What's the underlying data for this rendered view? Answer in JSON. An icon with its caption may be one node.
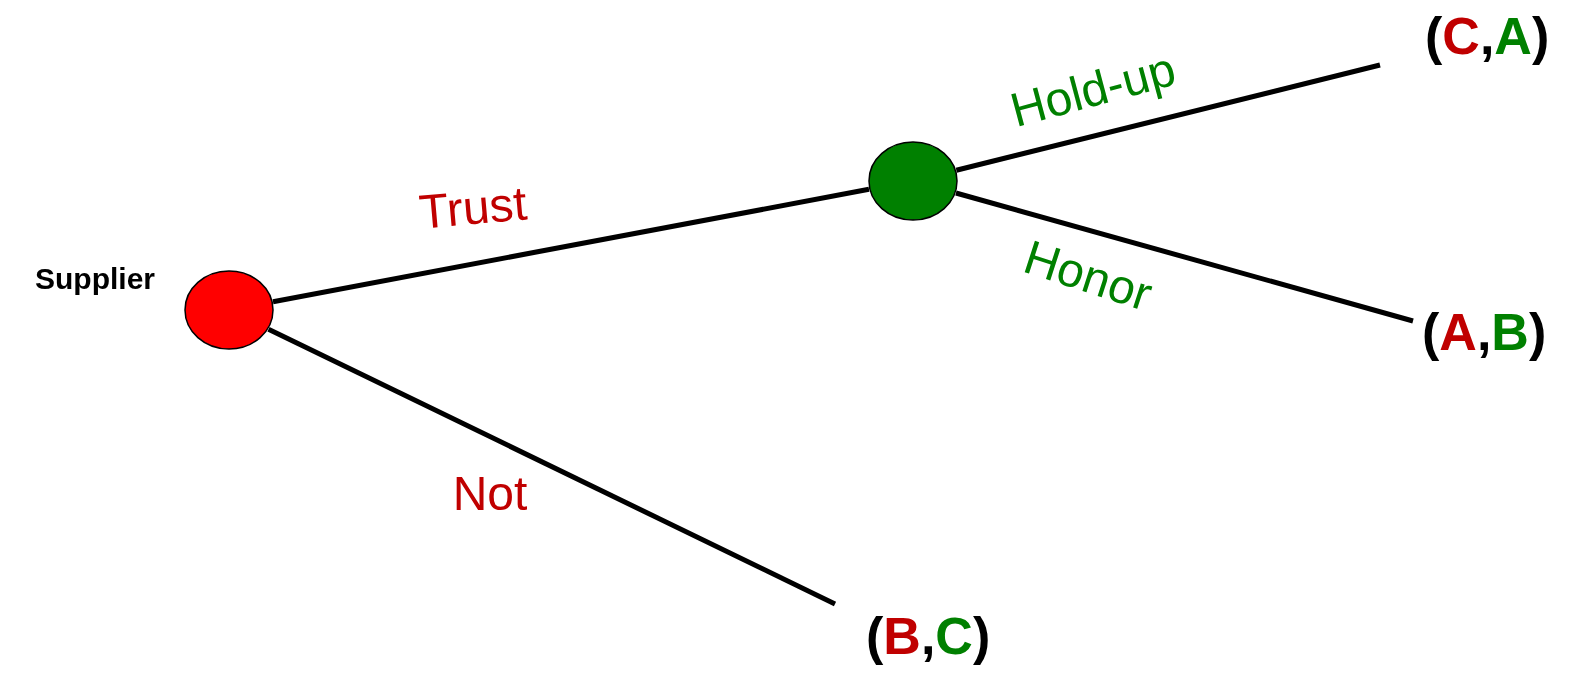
{
  "diagram": {
    "nodes": [
      {
        "text": [],
        "shape": "circle",
        "beside": [
          "Supplier"
        ]
      },
      {
        "text": [],
        "shape": "circle"
      },
      {
        "text": [
          "(C,A)"
        ]
      },
      {
        "text": [
          "(A,B)"
        ]
      },
      {
        "text": [
          "(B,C)"
        ]
      }
    ],
    "edges": [
      {
        "from": 0,
        "to": 1,
        "arrow": "none",
        "label": "Trust"
      },
      {
        "from": 0,
        "to": 4,
        "arrow": "none",
        "label": "Not"
      },
      {
        "from": 1,
        "to": 2,
        "arrow": "none",
        "label": "Hold-up"
      },
      {
        "from": 1,
        "to": 3,
        "arrow": "none",
        "label": "Honor"
      }
    ]
  }
}
